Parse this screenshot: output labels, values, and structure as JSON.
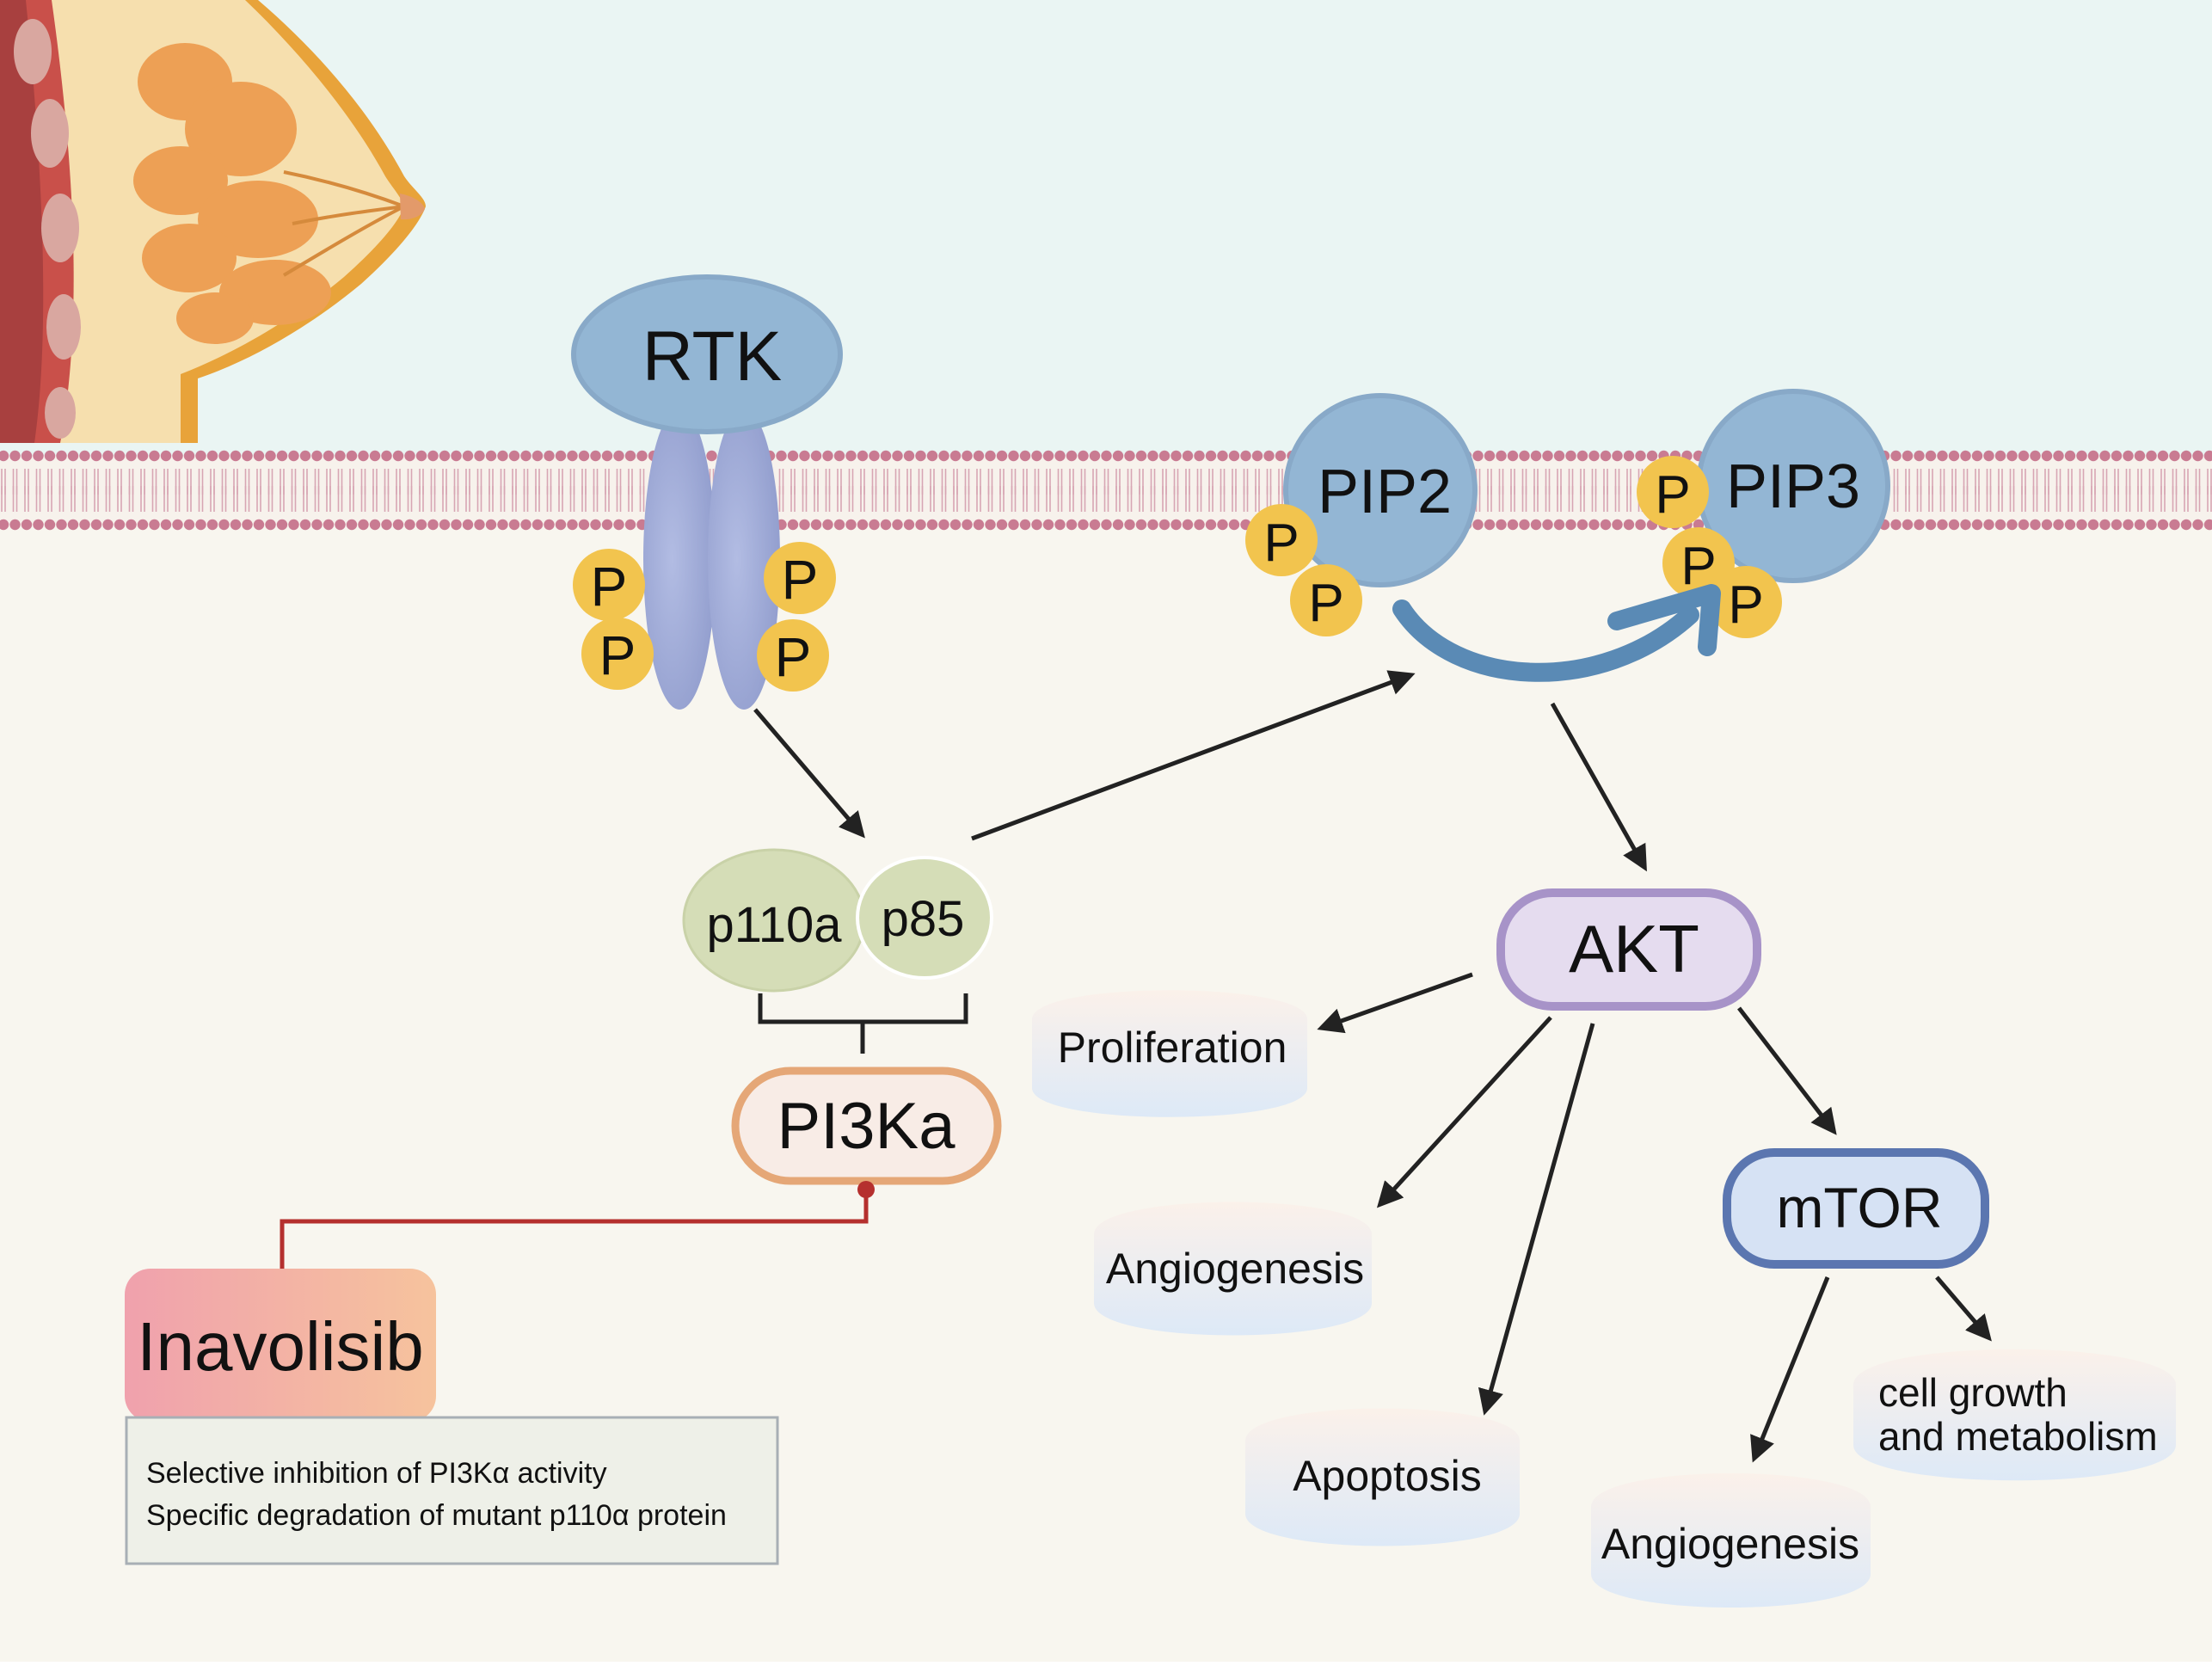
{
  "colors": {
    "extracellular": "#eaf5f3",
    "cytoplasm": "#f8f6ef",
    "membrane_head": "#c97b92",
    "receptor_head": "#93b6d4",
    "receptor_stalk": "#9eaad6",
    "phosphate": "#f2c44e",
    "p110_p85": "#d5ddb7",
    "pi3ka_border": "#e5a777",
    "akt_fill": "#e5dcef",
    "akt_border": "#a793c8",
    "mtor_fill": "#d6e2f4",
    "mtor_border": "#5b76b0",
    "inhibitor_line": "#b5302e",
    "arrow": "#222222",
    "conversion_arrow": "#5a8ab5",
    "breast_fat": "#f6dfae",
    "breast_lobule": "#eda055",
    "breast_skin": "#e8a33a"
  },
  "illustration": {
    "breast_icon": "breast-anatomy-icon"
  },
  "receptor": {
    "label": "RTK",
    "phosphates": [
      "P",
      "P",
      "P",
      "P"
    ]
  },
  "pip2": {
    "label": "PIP2",
    "phosphates": [
      "P",
      "P"
    ]
  },
  "pip3": {
    "label": "PIP3",
    "phosphates": [
      "P",
      "P",
      "P"
    ]
  },
  "complex": {
    "catalytic": "p110a",
    "regulatory": "p85",
    "name": "PI3Ka"
  },
  "inhibitor": {
    "name": "Inavolisib",
    "notes": [
      "Selective inhibition of PI3Kα activity",
      "Specific degradation of mutant p110α protein"
    ]
  },
  "akt": {
    "label": "AKT"
  },
  "mtor": {
    "label": "mTOR"
  },
  "outcomes": {
    "proliferation": "Proliferation",
    "angiogenesis_akt": "Angiogenesis",
    "apoptosis": "Apoptosis",
    "angiogenesis_mtor": "Angiogenesis",
    "cell_growth": [
      "cell growth",
      "and metabolism"
    ]
  }
}
